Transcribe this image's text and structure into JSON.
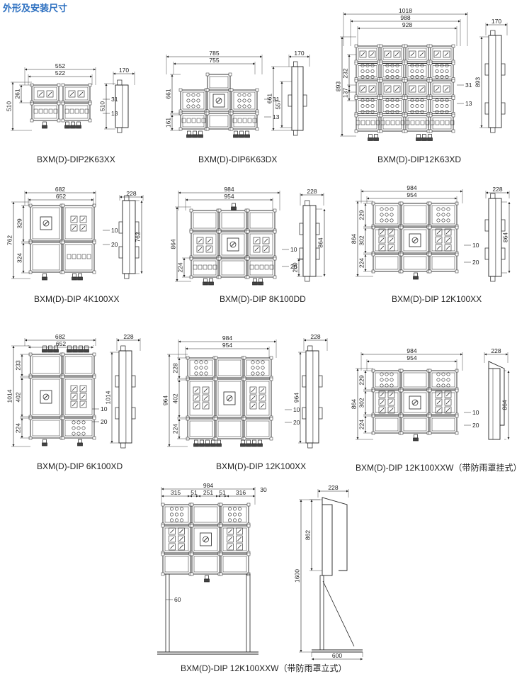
{
  "header": {
    "title": "外形及安装尺寸"
  },
  "figures": [
    {
      "caption": "BXM(D)-DIP2K63XX",
      "dims": [
        "552",
        "522",
        "261",
        "510",
        "170",
        "31",
        "13",
        "510"
      ]
    },
    {
      "caption": "BXM(D)-DIP6K63DX",
      "dims": [
        "785",
        "755",
        "661",
        "161",
        "170",
        "31",
        "13",
        "557",
        "661"
      ]
    },
    {
      "caption": "BXM(D)-DIP12K63XD",
      "dims": [
        "1018",
        "988",
        "928",
        "893",
        "232",
        "137",
        "170",
        "31",
        "13",
        "893"
      ]
    },
    {
      "caption": "BXM(D)-DIP 4K100XX",
      "dims": [
        "682",
        "652",
        "329",
        "762",
        "324",
        "228",
        "10",
        "20",
        "762"
      ]
    },
    {
      "caption": "BXM(D)-DIP 8K100DD",
      "dims": [
        "984",
        "954",
        "864",
        "224",
        "228",
        "10",
        "20",
        "864",
        "200"
      ]
    },
    {
      "caption": "BXM(D)-DIP 12K100XX",
      "dims": [
        "984",
        "954",
        "229",
        "864",
        "302",
        "224",
        "228",
        "10",
        "20",
        "864"
      ]
    },
    {
      "caption": "BXM(D)-DIP 6K100XD",
      "dims": [
        "682",
        "652",
        "233",
        "1014",
        "402",
        "224",
        "228",
        "10",
        "20",
        "1014"
      ]
    },
    {
      "caption": "BXM(D)-DIP 12K100XX",
      "dims": [
        "984",
        "954",
        "228",
        "964",
        "402",
        "224",
        "228",
        "10",
        "20",
        "964"
      ]
    },
    {
      "caption": "BXM(D)-DIP 12K100XXW（带防雨罩挂式）",
      "dims": [
        "984",
        "954",
        "229",
        "864",
        "302",
        "224",
        "228",
        "10",
        "20",
        "864"
      ]
    },
    {
      "caption": "BXM(D)-DIP 12K100XXW（带防雨罩立式）",
      "dims": [
        "984",
        "315",
        "51",
        "251",
        "51",
        "316",
        "30",
        "60",
        "228",
        "862",
        "1600",
        "600"
      ]
    }
  ]
}
